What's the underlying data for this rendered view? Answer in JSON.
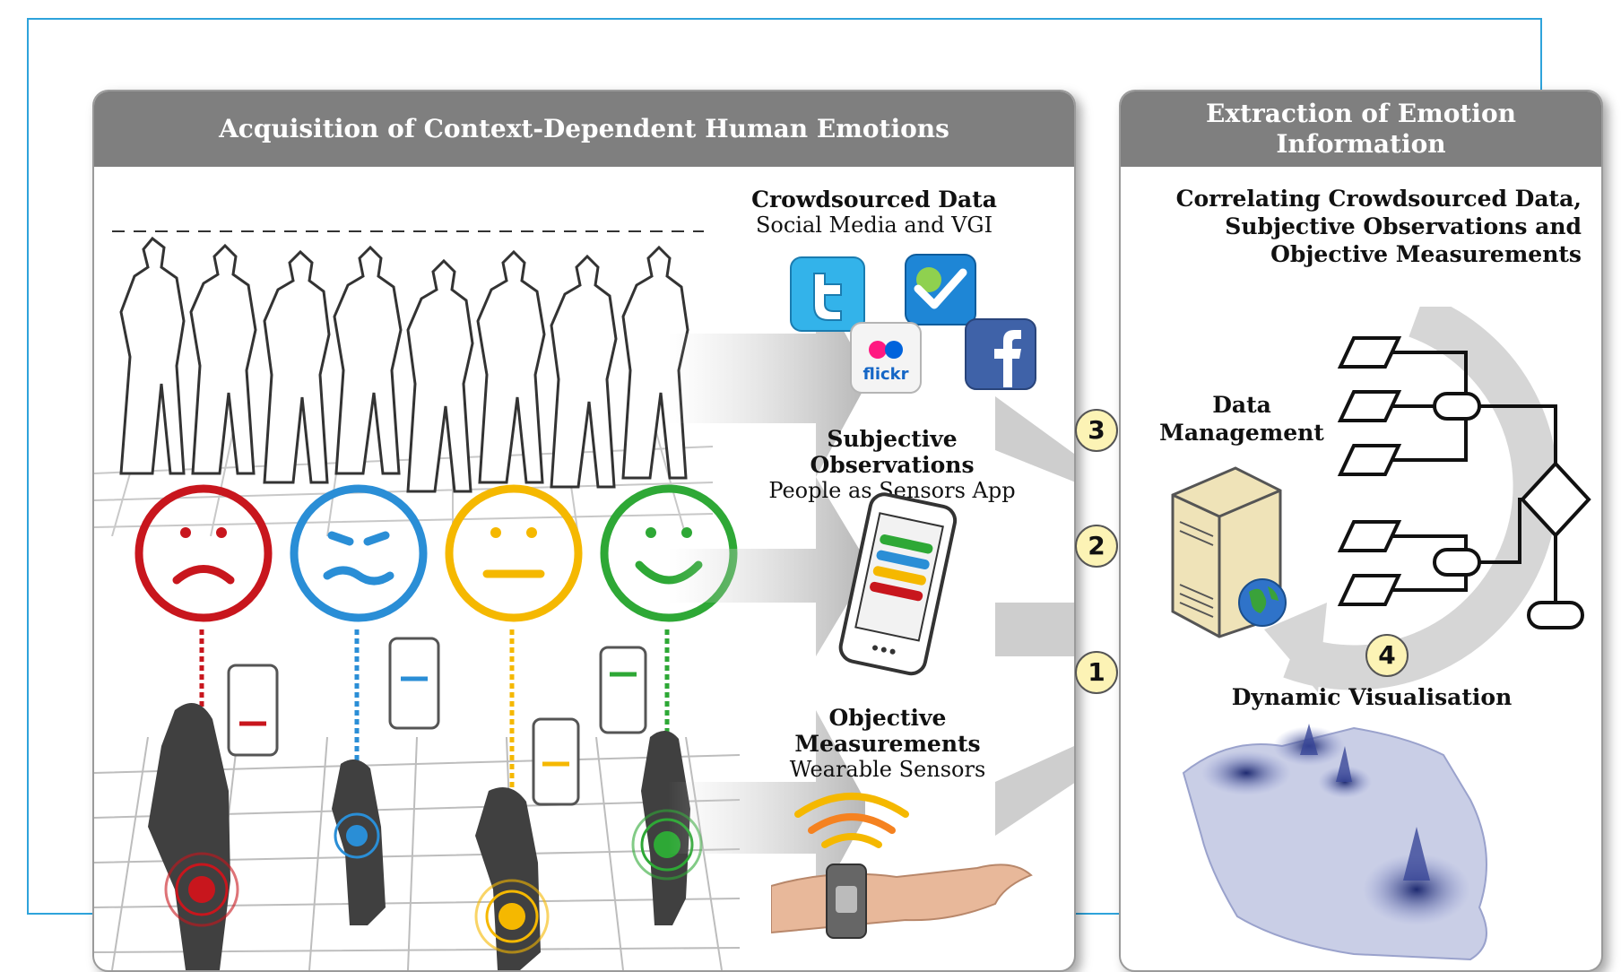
{
  "left_panel": {
    "title": "Acquisition of Context-Dependent Human Emotions",
    "crowdsourced": {
      "title": "Crowdsourced Data",
      "subtitle": "Social Media and VGI"
    },
    "subjective": {
      "title": "Subjective Observations",
      "subtitle": "People as Sensors App"
    },
    "objective": {
      "title": "Objective Measurements",
      "subtitle": "Wearable Sensors"
    },
    "flickr_logo_text": "flickr",
    "emotion_colors": [
      "#c8161d",
      "#2a8ed6",
      "#f5b800",
      "#2ea836"
    ]
  },
  "right_panel": {
    "title_line1": "Extraction of Emotion",
    "title_line2": "Information",
    "correlating_line1": "Correlating Crowdsourced Data,",
    "correlating_line2": "Subjective Observations and",
    "correlating_line3": "Objective Measurements",
    "data_management_line1": "Data",
    "data_management_line2": "Management",
    "dynamic_visualisation": "Dynamic Visualisation"
  },
  "steps": [
    "1",
    "2",
    "3",
    "4"
  ]
}
